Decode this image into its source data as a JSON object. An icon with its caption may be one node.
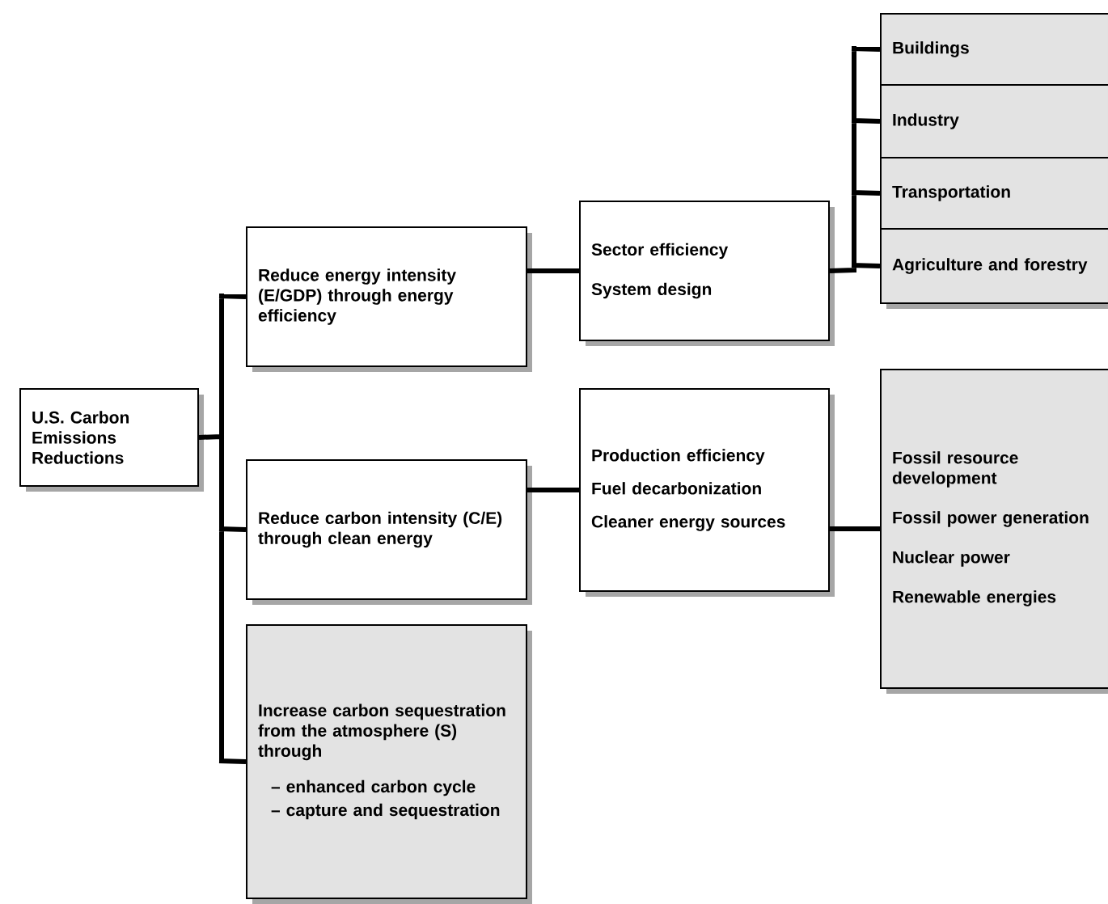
{
  "diagram": {
    "nodes": [
      {
        "text": [
          "U.S. Carbon Emissions Reductions"
        ]
      },
      {
        "text": [
          "Reduce energy intensity (E/GDP) through energy efficiency"
        ]
      },
      {
        "text": [
          "Reduce carbon intensity (C/E) through clean energy"
        ]
      },
      {
        "text": [
          "Increase carbon sequestration from the atmosphere (S) through",
          "– enhanced carbon cycle",
          "– capture and sequestration"
        ]
      },
      {
        "text": [
          "Sector efficiency",
          "System design"
        ]
      },
      {
        "text": [
          "Production efficiency",
          "Fuel decarbonization",
          "Cleaner energy sources"
        ]
      },
      {
        "text": [
          "Buildings"
        ]
      },
      {
        "text": [
          "Industry"
        ]
      },
      {
        "text": [
          "Transportation"
        ]
      },
      {
        "text": [
          "Agriculture and forestry"
        ]
      },
      {
        "text": [
          "Fossil resource development",
          "Fossil power generation",
          "Nuclear power",
          "Renewable energies"
        ]
      }
    ],
    "edges": [
      {
        "from": 0,
        "to": 1,
        "arrow": "none"
      },
      {
        "from": 0,
        "to": 2,
        "arrow": "none"
      },
      {
        "from": 0,
        "to": 3,
        "arrow": "none"
      },
      {
        "from": 1,
        "to": 4,
        "arrow": "none"
      },
      {
        "from": 2,
        "to": 5,
        "arrow": "none"
      },
      {
        "from": 4,
        "to": 6,
        "arrow": "none"
      },
      {
        "from": 4,
        "to": 7,
        "arrow": "none"
      },
      {
        "from": 4,
        "to": 8,
        "arrow": "none"
      },
      {
        "from": 4,
        "to": 9,
        "arrow": "none"
      },
      {
        "from": 5,
        "to": 10,
        "arrow": "none"
      }
    ]
  }
}
